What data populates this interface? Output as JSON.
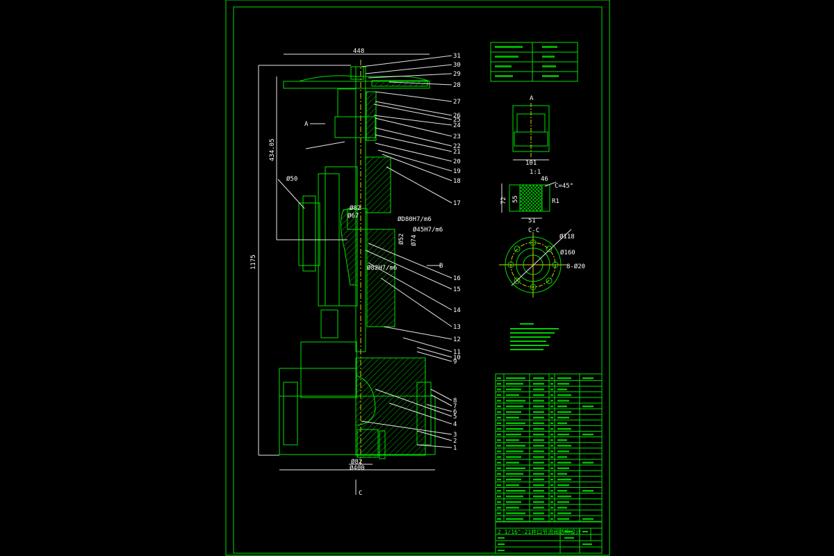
{
  "overall_width_dim": "448",
  "overall_height_dim": "1175",
  "handwheel_height_dim": "434.05",
  "section_markers": {
    "a": "A",
    "b": "B",
    "c": "C"
  },
  "part_numbers": [
    "31",
    "30",
    "29",
    "28",
    "27",
    "26",
    "25",
    "24",
    "23",
    "22",
    "21",
    "20",
    "19",
    "18",
    "17",
    "16",
    "15",
    "14",
    "13",
    "12",
    "11",
    "10",
    "9",
    "8",
    "7",
    "6",
    "5",
    "4",
    "3",
    "2",
    "1"
  ],
  "shaft_dims": {
    "stem_dia": "Ø82",
    "bottom_dia1": "Ø82",
    "bottom_dia2": "Ø400"
  },
  "fit_labels": [
    "ØD80H7/m6",
    "Ø45H7/m6",
    "Ø52",
    "Ø74",
    "Ø82H7/m6"
  ],
  "left_dims": [
    "Ø50",
    "Ø67"
  ],
  "detail_a": {
    "label": "A",
    "dim": "101"
  },
  "detail_1_1": {
    "label": "1:1",
    "dims": [
      "72",
      "55",
      "51",
      "46",
      "C=45°",
      "R1"
    ]
  },
  "detail_c": {
    "label": "C-C",
    "dims": [
      "Ø118",
      "Ø160",
      "8-Ø20"
    ]
  },
  "title": "2 1/16\"-21井口节流阀结构设计",
  "colors": {
    "background": "#000000",
    "frame": "#00e000",
    "hatch": "#00c000",
    "leader": "#ffffff"
  }
}
